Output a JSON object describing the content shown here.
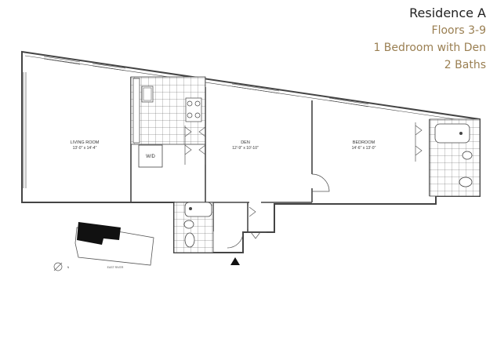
{
  "header": {
    "title": "Residence A",
    "floors": "Floors 3-9",
    "type": "1 Bedroom with Den",
    "baths": "2 Baths"
  },
  "rooms": {
    "living": {
      "name": "LIVING ROOM",
      "dims": "13'-0\" x 14'-4\""
    },
    "den": {
      "name": "DEN",
      "dims": "12'-9\" x 10'-10\""
    },
    "bedroom": {
      "name": "BEDROOM",
      "dims": "14'-6\" x 13'-0\""
    },
    "washer_dryer": "W/D"
  },
  "keyplan": {
    "north_label": "N",
    "street_label": "EAST RIVER"
  },
  "colors": {
    "title": "#222222",
    "subtitle": "#9a7f52",
    "wall": "#444444",
    "keyplan_fill": "#111111"
  }
}
